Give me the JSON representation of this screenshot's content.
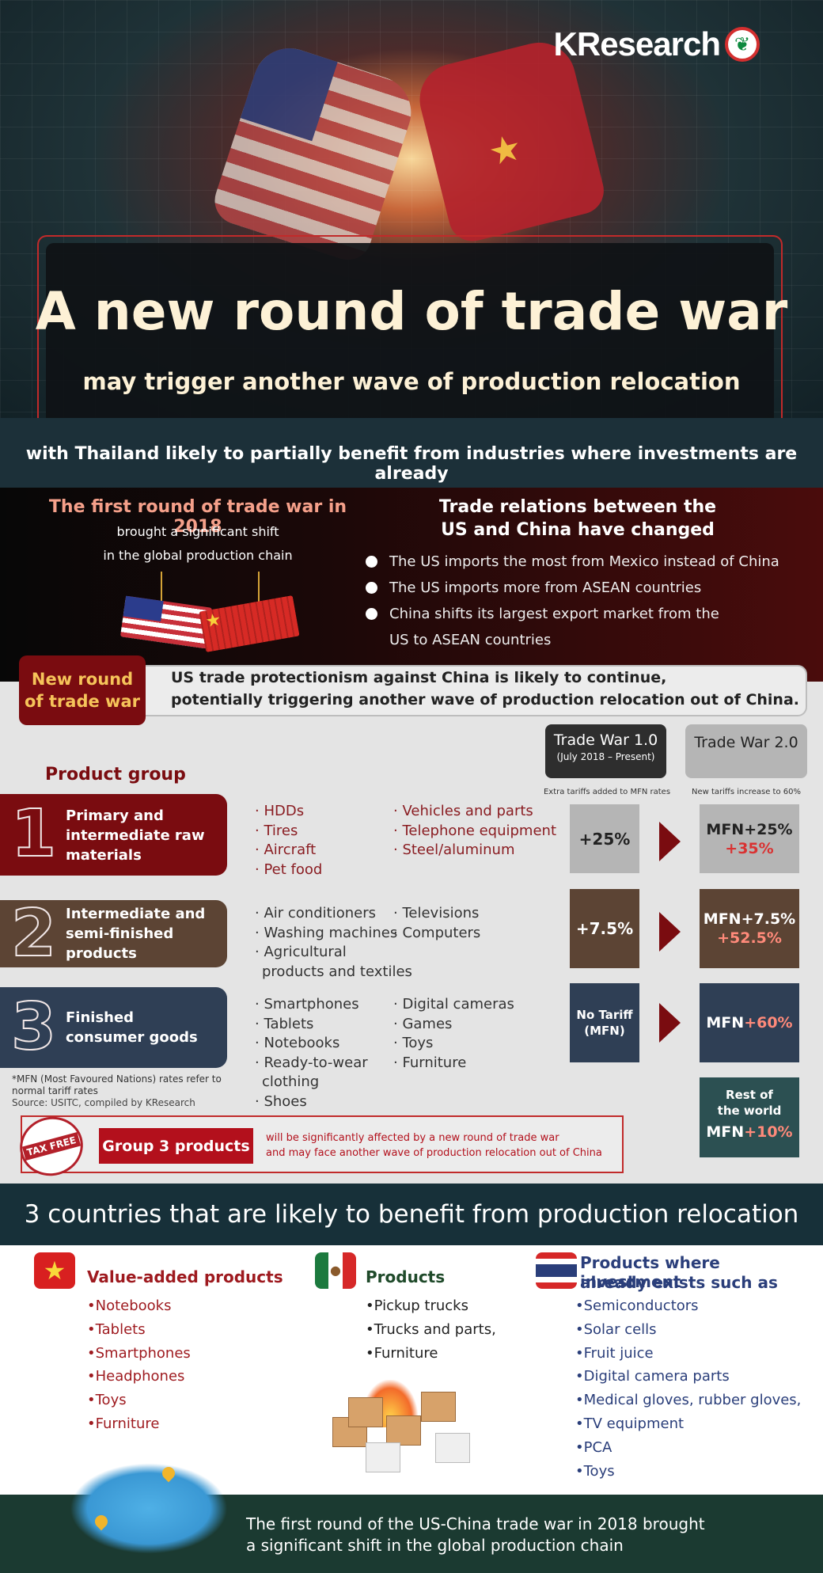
{
  "brand": {
    "logo": "KResearch"
  },
  "hero": {
    "title": "A new round of trade war",
    "subtitle": "may trigger another wave of production relocation"
  },
  "banner": "with Thailand likely to partially benefit from industries where investments are already",
  "first_round": {
    "title": "The first round of trade war in 2018",
    "line1": "brought a significant shift",
    "line2": "in the global production chain"
  },
  "trade_relations": {
    "title_line1": "Trade relations between the",
    "title_line2": "US and China have changed",
    "bullets": [
      "The US imports the most from Mexico instead of China",
      "The US imports more from ASEAN countries",
      "China shifts its largest export market from the",
      "US to ASEAN countries"
    ]
  },
  "new_round": {
    "badge_line1": "New round",
    "badge_line2": "of trade war",
    "text_line1": "US trade protectionism against China is likely to continue,",
    "text_line2": "potentially triggering another wave of production relocation out of China."
  },
  "trade_war": {
    "tw1_name": "Trade War 1.0",
    "tw1_period": "(July 2018 – Present)",
    "tw2_name": "Trade War 2.0",
    "tw1_note": "Extra tariffs added to MFN rates",
    "tw2_note": "New tariffs increase to 60%"
  },
  "product_group_label": "Product group",
  "groups": [
    {
      "num": "1",
      "name_lines": [
        "Primary and",
        "intermediate raw",
        "materials"
      ],
      "items_left": [
        "HDDs",
        "Tires",
        "Aircraft",
        "Pet food"
      ],
      "items_right": [
        "Vehicles and parts",
        "Telephone equipment",
        "Steel/aluminum"
      ],
      "tw1": "+25%",
      "tw2_base": "MFN+25%",
      "tw2_extra": "+35%"
    },
    {
      "num": "2",
      "name_lines": [
        "Intermediate and",
        "semi-finished",
        "products"
      ],
      "items_left": [
        "Air conditioners",
        "Washing machines",
        "Agricultural",
        "products and textiles"
      ],
      "items_right": [
        "Televisions",
        "Computers"
      ],
      "tw1": "+7.5%",
      "tw2_base": "MFN+7.5%",
      "tw2_extra": "+52.5%"
    },
    {
      "num": "3",
      "name_lines": [
        "Finished",
        "consumer goods"
      ],
      "items_left": [
        "Smartphones",
        "Tablets",
        "Notebooks",
        "Ready-to-wear",
        "clothing",
        "Shoes"
      ],
      "items_right": [
        "Digital cameras",
        "Games",
        "Toys",
        "Furniture"
      ],
      "tw1_line1": "No Tariff",
      "tw1_line2": "(MFN)",
      "tw2_base": "MFN",
      "tw2_extra": "+60%"
    }
  ],
  "rest_of_world": {
    "line1": "Rest of",
    "line2": "the world",
    "base": "MFN",
    "extra": "+10%"
  },
  "notes": {
    "mfn": "*MFN (Most Favoured Nations) rates refer to normal tariff rates",
    "source": "Source: USITC, compiled by KResearch"
  },
  "group3_callout": {
    "stamp": "TAX FREE",
    "badge": "Group 3 products",
    "desc1": "will be significantly affected by a new round of trade war",
    "desc2": "and may face another wave of production relocation out of China"
  },
  "countries": {
    "title": "3 countries that are likely to benefit from production relocation",
    "vietnam": {
      "heading": "Value-added products",
      "items": [
        "•Notebooks",
        "•Tablets",
        "•Smartphones",
        "•Headphones",
        "•Toys",
        "•Furniture"
      ]
    },
    "mexico": {
      "heading": "Products",
      "items": [
        "•Pickup trucks",
        "•Trucks and parts,",
        "•Furniture"
      ]
    },
    "thailand": {
      "heading1": "Products where investment",
      "heading2": "already exists such as",
      "items": [
        "•Semiconductors",
        "•Solar cells",
        "•Fruit juice",
        "•Digital camera parts",
        "•Medical gloves, rubber gloves,",
        "•TV equipment",
        "•PCA",
        "•Toys"
      ]
    }
  },
  "footer": {
    "line1": "The first round of the US-China trade war in 2018 brought",
    "line2": "a significant shift in the global production chain"
  },
  "colors": {
    "dark_red": "#7a0c10",
    "brown": "#5c4434",
    "navy": "#2f3f55",
    "teal_dark": "#173039",
    "accent_red": "#d93232"
  },
  "icons": [
    "us-fist-icon",
    "china-fist-icon",
    "kasikorn-leaf-icon",
    "us-container-icon",
    "china-container-icon",
    "tax-free-stamp-icon",
    "vietnam-flag-icon",
    "mexico-flag-icon",
    "thailand-flag-icon",
    "boxes-fire-icon",
    "map-icon"
  ]
}
